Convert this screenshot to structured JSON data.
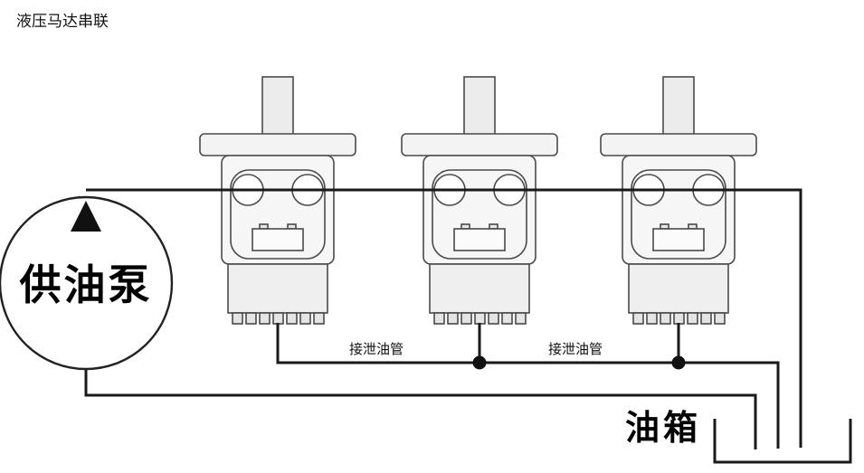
{
  "title": "液压马达串联",
  "pump": {
    "label": "供油泵"
  },
  "tank": {
    "label": "油箱"
  },
  "drain_pipe_labels": [
    "接泄油管",
    "接泄油管"
  ],
  "motors": {
    "count": 3
  },
  "colors": {
    "line": "#1a1a1a",
    "motor_stroke": "#4a4a4a",
    "motor_fill": "#f3f3f3"
  }
}
